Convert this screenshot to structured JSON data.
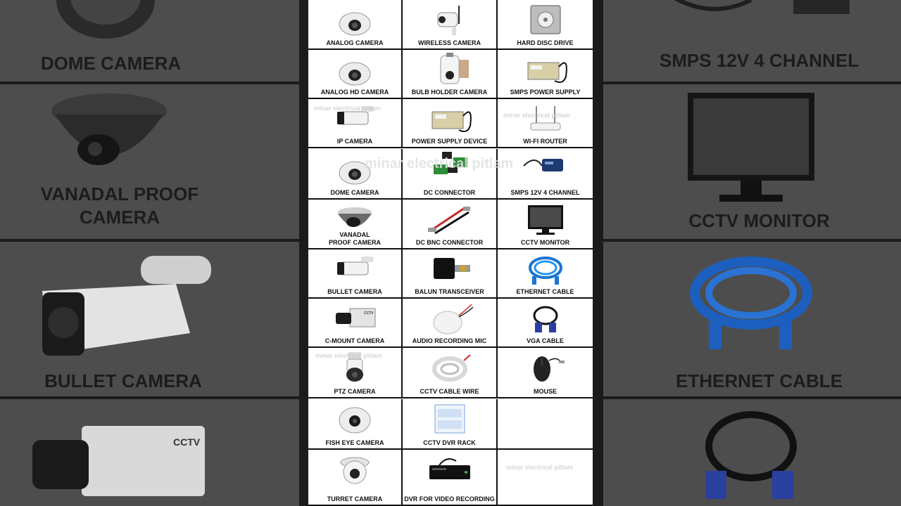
{
  "background_panels": {
    "left": [
      "DOME CAMERA",
      "VANADAL PROOF CAMERA",
      "BULLET CAMERA",
      ""
    ],
    "right": [
      "SMPS 12V 4 CHANNEL",
      "CCTV MONITOR",
      "ETHERNET CABLE",
      ""
    ]
  },
  "watermarks": {
    "main": "minar electrical pitlam",
    "small": "minar electrical pitlam"
  },
  "grid": [
    {
      "label": "ANALOG CAMERA",
      "icon": "dome-camera-icon"
    },
    {
      "label": "WIRELESS CAMERA",
      "icon": "wireless-camera-icon"
    },
    {
      "label": "HARD DISC DRIVE",
      "icon": "hard-disk-icon"
    },
    {
      "label": "ANALOG HD CAMERA",
      "icon": "dome-camera-icon"
    },
    {
      "label": "BULB HOLDER CAMERA",
      "icon": "bulb-camera-icon"
    },
    {
      "label": "SMPS POWER SUPPLY",
      "icon": "power-supply-icon"
    },
    {
      "label": "IP CAMERA",
      "icon": "bullet-camera-icon"
    },
    {
      "label": "POWER SUPPLY DEVICE",
      "icon": "power-supply-icon"
    },
    {
      "label": "WI-FI ROUTER",
      "icon": "router-icon"
    },
    {
      "label": "DOME CAMERA",
      "icon": "dome-camera-icon"
    },
    {
      "label": "DC CONNECTOR",
      "icon": "dc-connector-icon"
    },
    {
      "label": "SMPS 12V 4 CHANNEL",
      "icon": "power-adapter-icon"
    },
    {
      "label": "VANADAL\nPROOF CAMERA",
      "icon": "vandal-dome-icon"
    },
    {
      "label": "DC BNC CONNECTOR",
      "icon": "bnc-connector-icon"
    },
    {
      "label": "CCTV MONITOR",
      "icon": "monitor-icon"
    },
    {
      "label": "BULLET CAMERA",
      "icon": "bullet-camera-icon"
    },
    {
      "label": "BALUN TRANSCEIVER",
      "icon": "balun-icon"
    },
    {
      "label": "ETHERNET CABLE",
      "icon": "ethernet-cable-icon"
    },
    {
      "label": "C-MOUNT CAMERA",
      "icon": "box-camera-icon"
    },
    {
      "label": "AUDIO RECORDING MIC",
      "icon": "microphone-icon"
    },
    {
      "label": "VGA CABLE",
      "icon": "vga-cable-icon"
    },
    {
      "label": "PTZ CAMERA",
      "icon": "ptz-camera-icon"
    },
    {
      "label": "CCTV CABLE WIRE",
      "icon": "cable-coil-icon"
    },
    {
      "label": "MOUSE",
      "icon": "mouse-icon"
    },
    {
      "label": "FISH EYE CAMERA",
      "icon": "fisheye-camera-icon"
    },
    {
      "label": "CCTV DVR RACK",
      "icon": "rack-icon"
    },
    {
      "label": "",
      "icon": "blank-icon"
    },
    {
      "label": "TURRET CAMERA",
      "icon": "turret-camera-icon"
    },
    {
      "label": "DVR FOR VIDEO RECORDING",
      "icon": "dvr-icon"
    },
    {
      "label": "",
      "icon": "blank-icon"
    }
  ]
}
